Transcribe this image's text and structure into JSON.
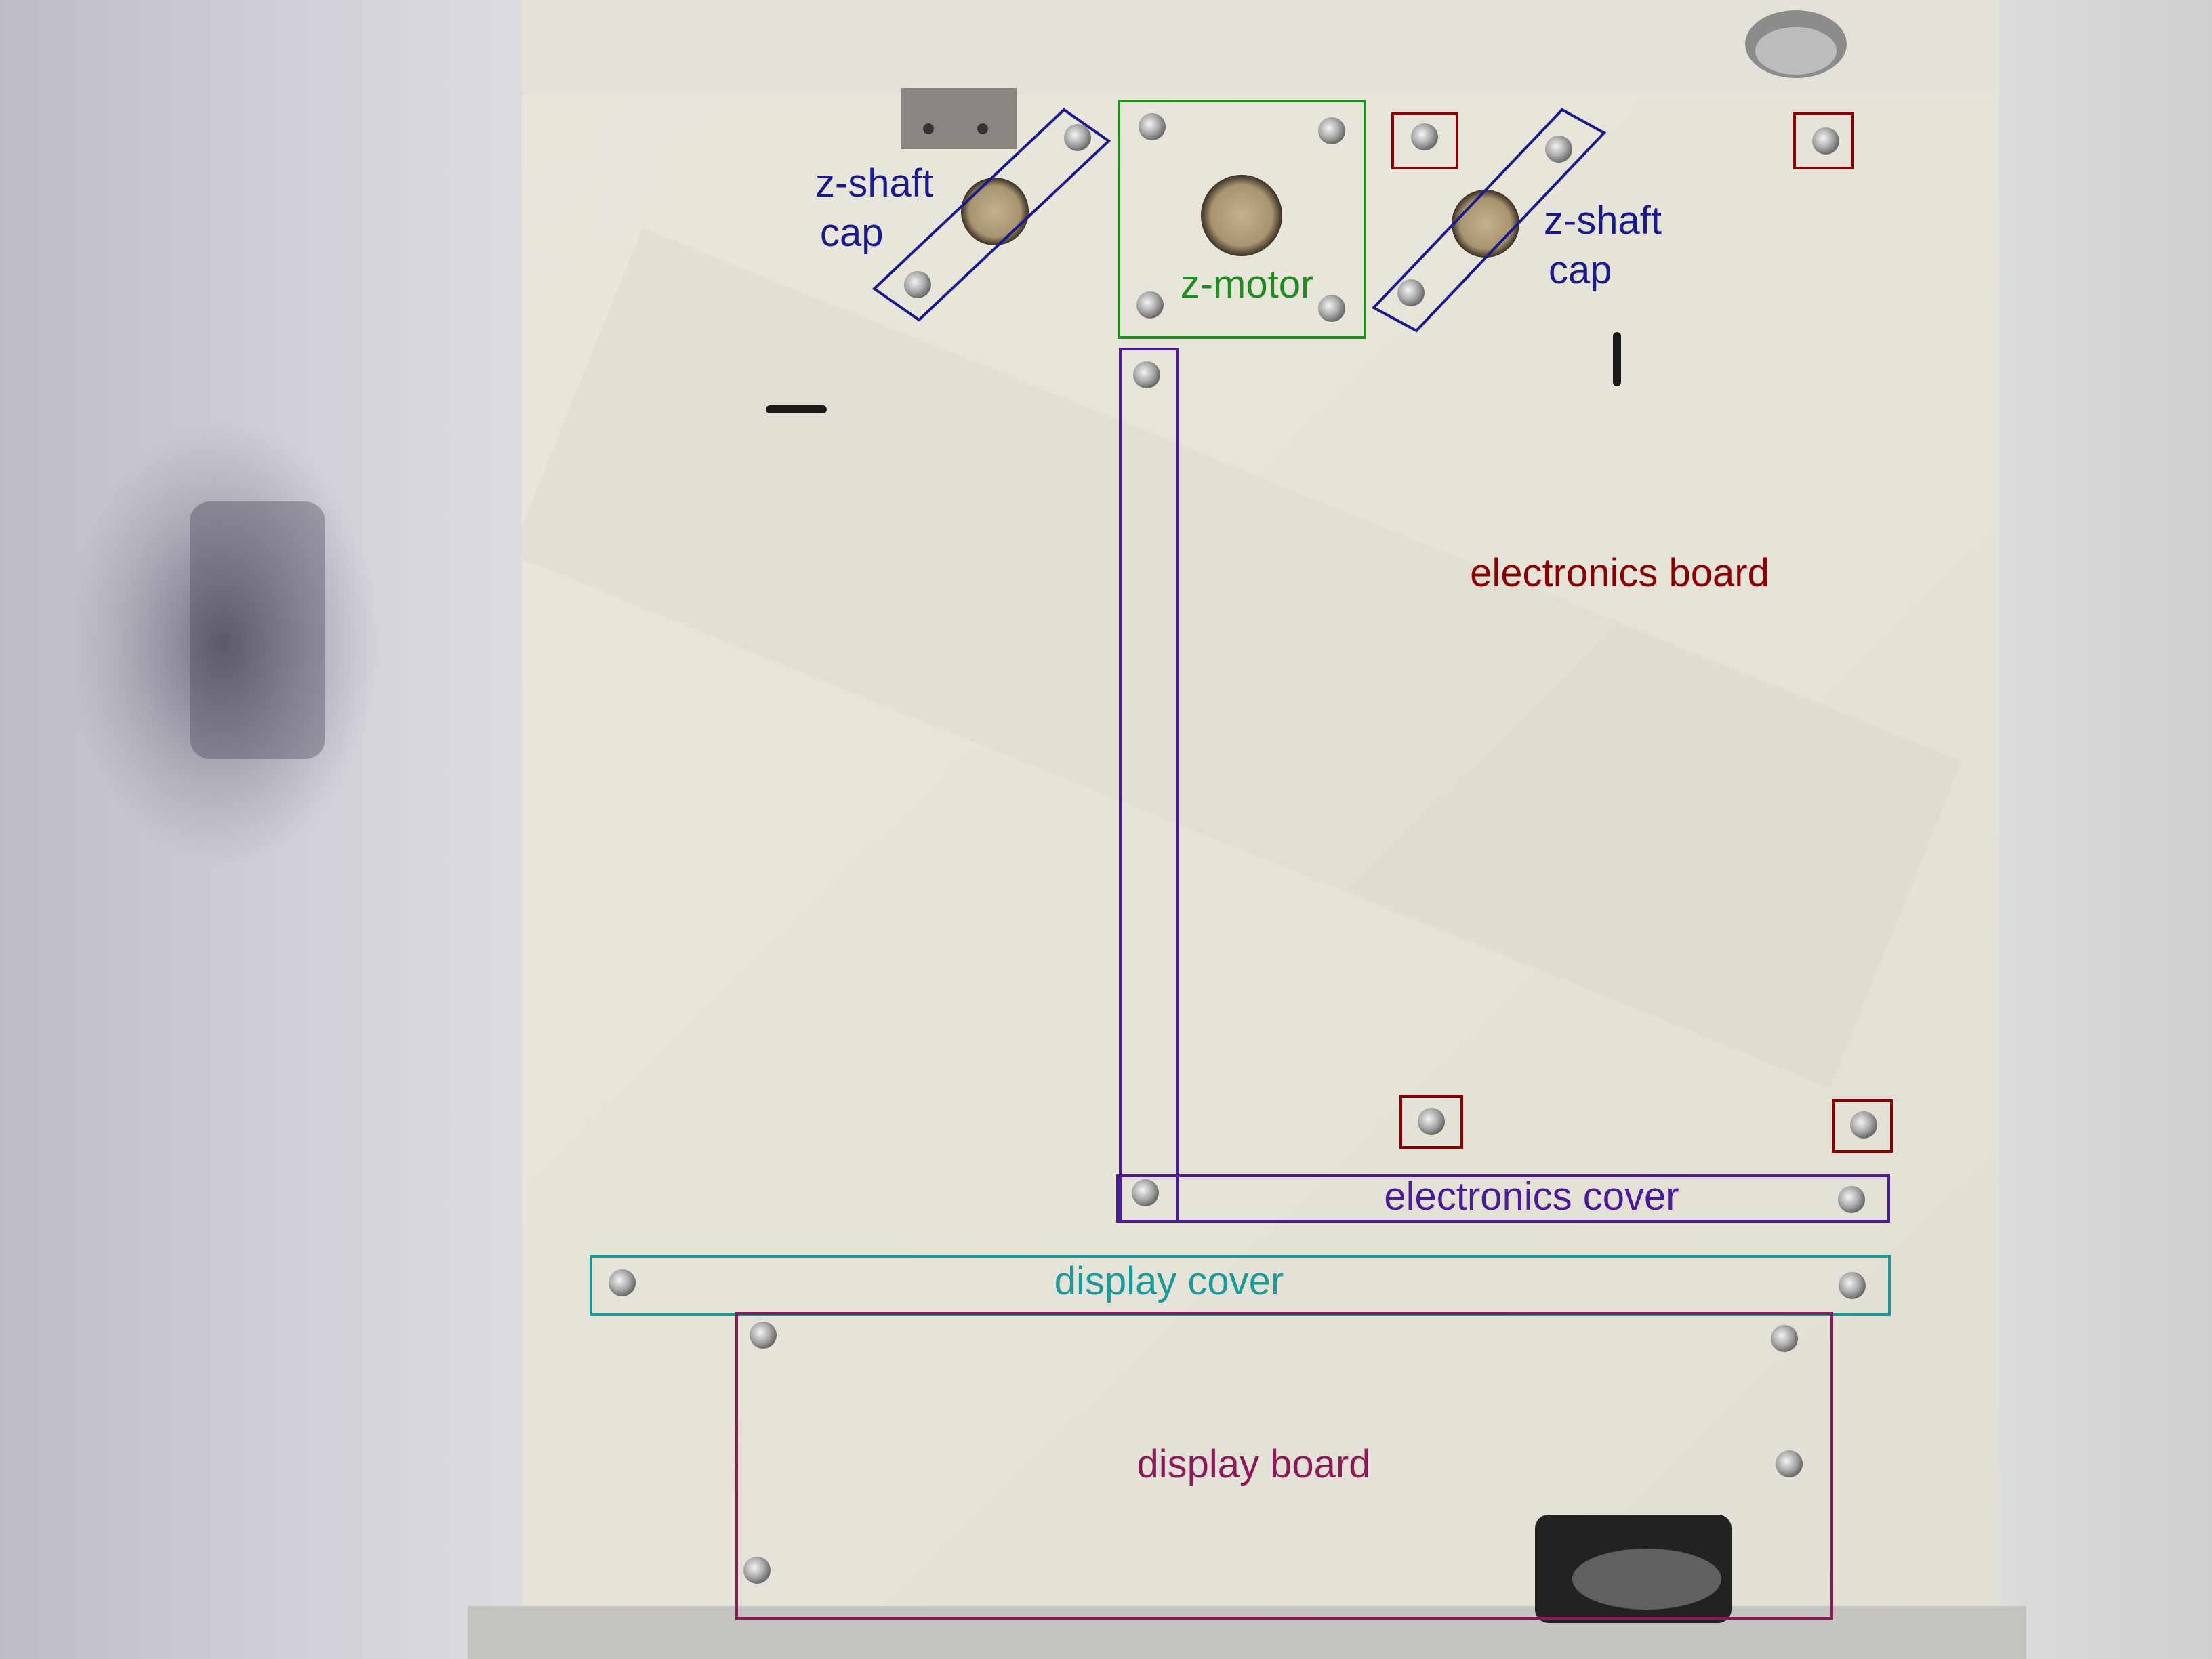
{
  "colors": {
    "electronics_board": "#8b0000",
    "z_shaft_cap": "#1a1a8c",
    "z_motor": "#1e8c1e",
    "electronics_cover": "#4b1a99",
    "display_cover": "#1a9a9a",
    "display_board": "#8c1a5a"
  },
  "labels": {
    "z_shaft_cap_left_line1": "z-shaft",
    "z_shaft_cap_left_line2": "cap",
    "z_motor": "z-motor",
    "z_shaft_cap_right_line1": "z-shaft",
    "z_shaft_cap_right_line2": "cap",
    "electronics_board": "electronics board",
    "electronics_cover": "electronics cover",
    "display_cover": "display cover",
    "display_board": "display board"
  }
}
